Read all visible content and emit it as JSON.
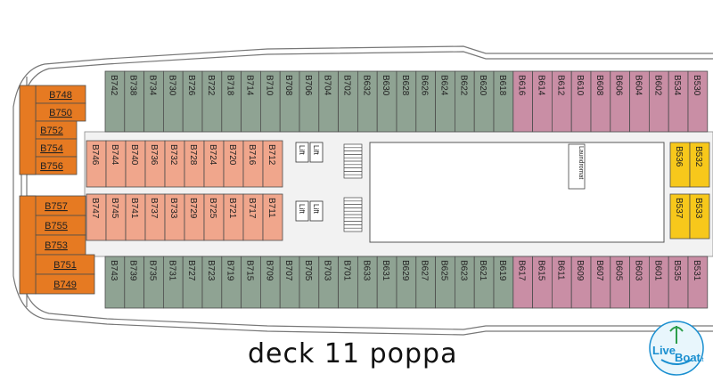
{
  "title": "deck 11 poppa",
  "logo": {
    "text_live": "Live",
    "text_boat": "Boat",
    "suffix": ".it"
  },
  "colors": {
    "green": "#8fa393",
    "pink": "#c98ea5",
    "salmon": "#f0a68c",
    "orange": "#e67a22",
    "yellow": "#f7c81b",
    "outline": "#4d4d4d"
  },
  "labels": {
    "lift": "Lift",
    "laundromat": "Laundromat"
  },
  "cabins": {
    "top_green": [
      "B742",
      "B738",
      "B734",
      "B730",
      "B726",
      "B722",
      "B718",
      "B714",
      "B710",
      "B708",
      "B706",
      "B704",
      "B702",
      "B632",
      "B630",
      "B628",
      "B626",
      "B624",
      "B622",
      "B620",
      "B618"
    ],
    "top_pink": [
      "B616",
      "B614",
      "B612",
      "B610",
      "B608",
      "B606",
      "B604",
      "B602",
      "B534",
      "B530"
    ],
    "bottom_green": [
      "B743",
      "B739",
      "B735",
      "B731",
      "B727",
      "B723",
      "B719",
      "B715",
      "B709",
      "B707",
      "B705",
      "B703",
      "B701",
      "B633",
      "B631",
      "B629",
      "B627",
      "B625",
      "B623",
      "B621",
      "B619"
    ],
    "bottom_pink": [
      "B617",
      "B615",
      "B611",
      "B609",
      "B607",
      "B605",
      "B603",
      "B601",
      "B535",
      "B531"
    ],
    "inner_upper": [
      "B746",
      "B744",
      "B740",
      "B736",
      "B732",
      "B728",
      "B724",
      "B720",
      "B716",
      "B712"
    ],
    "inner_lower": [
      "B747",
      "B745",
      "B741",
      "B737",
      "B733",
      "B729",
      "B725",
      "B721",
      "B717",
      "B711"
    ],
    "aft_upper": [
      "B748",
      "B750",
      "B752",
      "B754",
      "B756"
    ],
    "aft_lower": [
      "B757",
      "B755",
      "B753",
      "B751",
      "B749"
    ],
    "yellow_upper": [
      "B536",
      "B532"
    ],
    "yellow_lower": [
      "B537",
      "B533"
    ]
  }
}
